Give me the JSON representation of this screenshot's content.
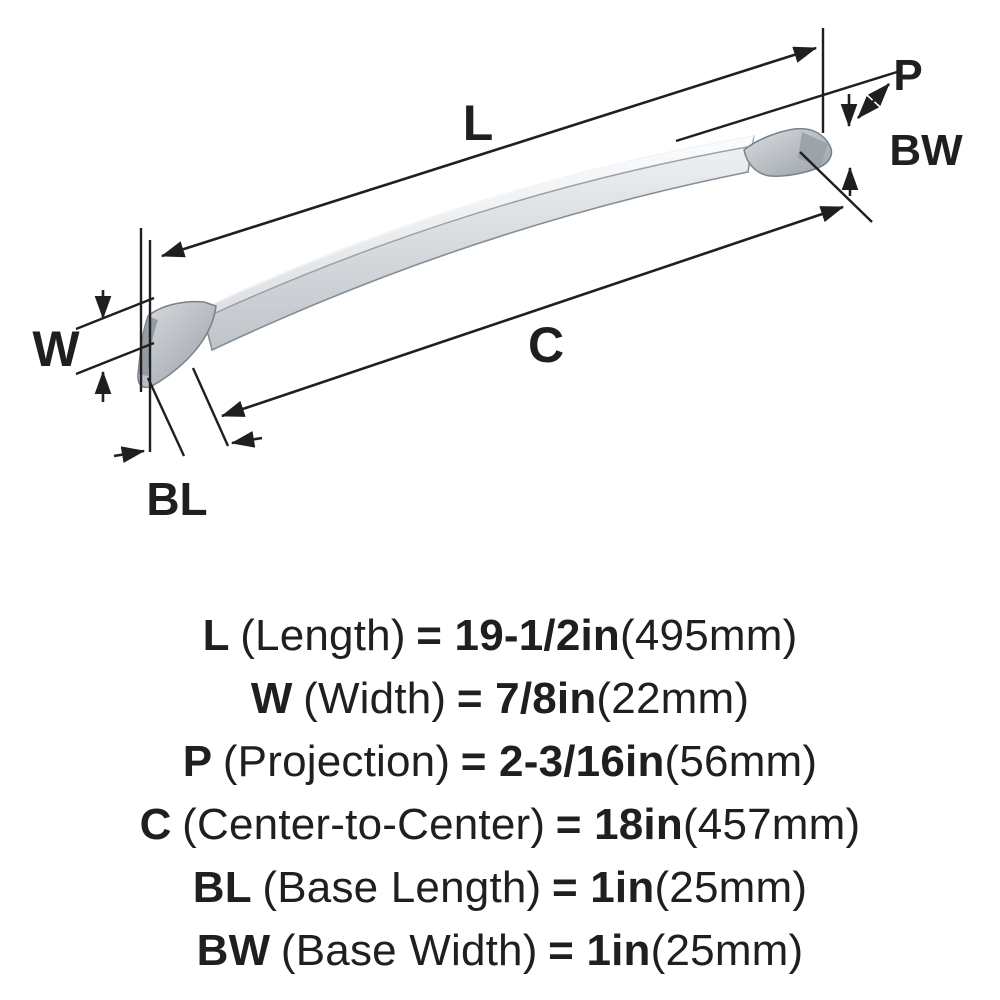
{
  "diagram": {
    "labels": {
      "length": "L",
      "projection": "P",
      "base_width": "BW",
      "center_to_center": "C",
      "width": "W",
      "base_length": "BL"
    }
  },
  "legend": {
    "rows": [
      {
        "key": "L",
        "desc": "(Length)",
        "value": "= 19-1/2in",
        "metric": "(495mm)"
      },
      {
        "key": "W",
        "desc": "(Width)",
        "value": "= 7/8in",
        "metric": "(22mm)"
      },
      {
        "key": "P",
        "desc": "(Projection)",
        "value": "= 2-3/16in",
        "metric": "(56mm)"
      },
      {
        "key": "C",
        "desc": "(Center-to-Center)",
        "value": "= 18in",
        "metric": "(457mm)"
      },
      {
        "key": "BL",
        "desc": "(Base Length)",
        "value": "= 1in",
        "metric": "(25mm)"
      },
      {
        "key": "BW",
        "desc": "(Base Width)",
        "value": "= 1in",
        "metric": "(25mm)"
      }
    ]
  },
  "colors": {
    "background": "#ffffff",
    "line": "#1f1f1f",
    "text": "#1f1f1f",
    "handle_light": "#f2f3f5",
    "handle_mid": "#c3c8cd",
    "handle_dark": "#9aa1a8"
  }
}
